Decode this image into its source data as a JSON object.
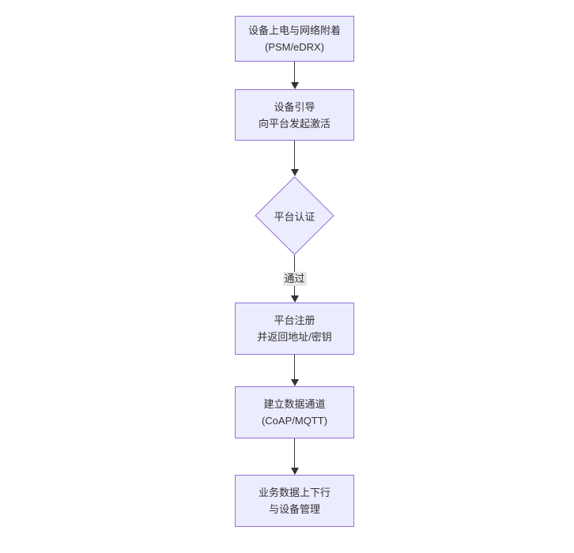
{
  "diagram": {
    "type": "flowchart",
    "direction": "top-down",
    "colors": {
      "node_fill": "#ECECFF",
      "node_border": "#9370DB",
      "text": "#333333",
      "arrow_line": "#333333",
      "edge_label_bg": "#e8e8e8",
      "background": "#ffffff"
    },
    "nodes": [
      {
        "shape": "rect",
        "lines": [
          "设备上电与网络附着",
          "(PSM/eDRX)"
        ]
      },
      {
        "shape": "rect",
        "lines": [
          "设备引导",
          "向平台发起激活"
        ]
      },
      {
        "shape": "diamond",
        "lines": [
          "平台认证"
        ]
      },
      {
        "shape": "rect",
        "lines": [
          "平台注册",
          "并返回地址/密钥"
        ]
      },
      {
        "shape": "rect",
        "lines": [
          "建立数据通道",
          "(CoAP/MQTT)"
        ]
      },
      {
        "shape": "rect",
        "lines": [
          "业务数据上下行",
          "与设备管理"
        ]
      }
    ],
    "edges": [
      {
        "from": 0,
        "to": 1,
        "label": ""
      },
      {
        "from": 1,
        "to": 2,
        "label": ""
      },
      {
        "from": 2,
        "to": 3,
        "label": "通过"
      },
      {
        "from": 3,
        "to": 4,
        "label": ""
      },
      {
        "from": 4,
        "to": 5,
        "label": ""
      }
    ]
  }
}
